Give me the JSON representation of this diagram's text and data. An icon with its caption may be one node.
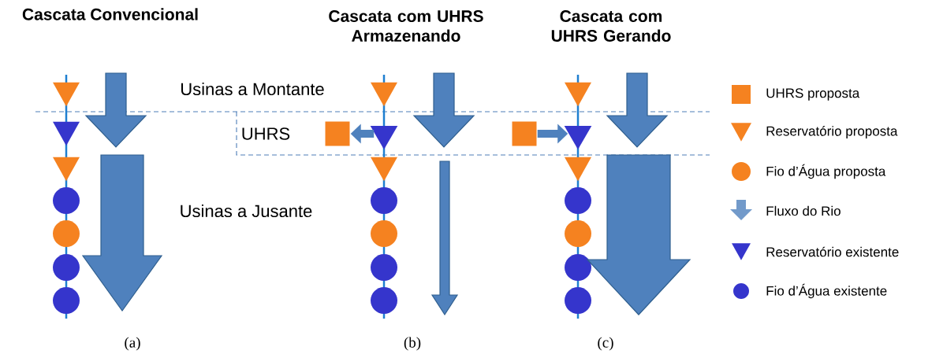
{
  "diagram": {
    "nodes": [
      {
        "text": [],
        "shape": "box"
      },
      {
        "text": [],
        "shape": "triangle"
      },
      {
        "text": [],
        "shape": "box"
      },
      {
        "text": [],
        "shape": "triangle"
      }
    ],
    "edges": [
      {
        "from": 1,
        "to": 0,
        "arrow": "to"
      },
      {
        "from": 2,
        "to": 3,
        "arrow": "to"
      }
    ],
    "labels": [
      "Cascata Convencional",
      "Cascata com UHRS Armazenando",
      "Cascata com UHRS Gerando",
      "Usinas a Montante",
      "UHRS",
      "Usinas a Jusante",
      "(a)",
      "(b)",
      "(c)"
    ],
    "legend": [
      {
        "text": "UHRS proposta"
      },
      {
        "text": "Reservatório proposta"
      },
      {
        "text": "Fio d’Água proposta"
      },
      {
        "text": "Fluxo do Rio"
      },
      {
        "text": "Reservatório existente"
      },
      {
        "text": "Fio d’Água existente"
      }
    ]
  }
}
